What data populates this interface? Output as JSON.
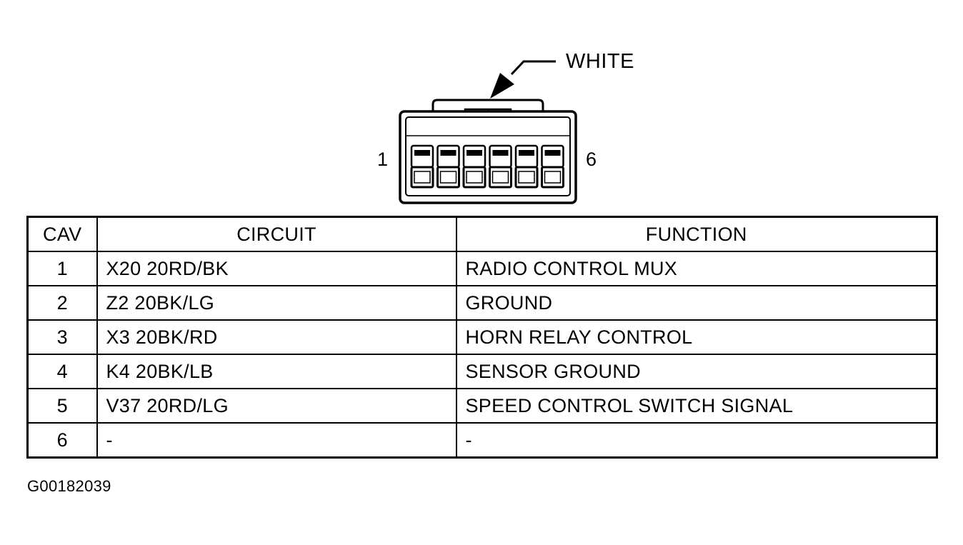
{
  "connector": {
    "color_label": "WHITE",
    "pin_first": "1",
    "pin_last": "6",
    "cavity_count": 6
  },
  "table": {
    "headers": [
      "CAV",
      "CIRCUIT",
      "FUNCTION"
    ],
    "rows": [
      {
        "cav": "1",
        "circuit": "X20 20RD/BK",
        "function": "RADIO CONTROL MUX"
      },
      {
        "cav": "2",
        "circuit": "Z2 20BK/LG",
        "function": "GROUND"
      },
      {
        "cav": "3",
        "circuit": "X3 20BK/RD",
        "function": "HORN RELAY CONTROL"
      },
      {
        "cav": "4",
        "circuit": "K4 20BK/LB",
        "function": "SENSOR GROUND"
      },
      {
        "cav": "5",
        "circuit": "V37 20RD/LG",
        "function": "SPEED CONTROL SWITCH SIGNAL"
      },
      {
        "cav": "6",
        "circuit": "-",
        "function": "-"
      }
    ]
  },
  "figure_id": "G00182039"
}
